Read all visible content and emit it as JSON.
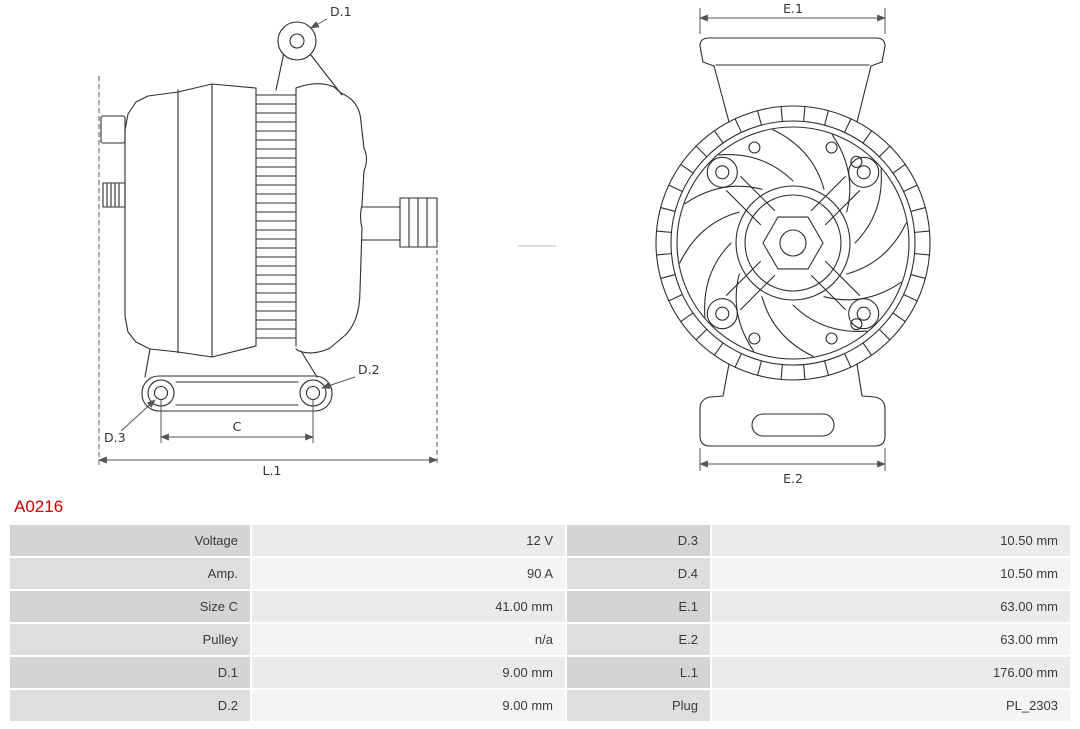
{
  "part": {
    "number": "A0216"
  },
  "colors": {
    "part_number": "#cc0000",
    "label_cell_bg": "#d4d4d4",
    "value_cell_bg": "#ebebeb",
    "line_color": "#2e2e2e"
  },
  "drawing": {
    "labels": {
      "d1": "D.1",
      "d2": "D.2",
      "d3": "D.3",
      "c": "C",
      "l1": "L.1",
      "e1": "E.1",
      "e2": "E.2"
    }
  },
  "table": {
    "rows": [
      {
        "c0": "Voltage",
        "c1": "12 V",
        "c2": "D.3",
        "c3": "10.50 mm"
      },
      {
        "c0": "Amp.",
        "c1": "90 A",
        "c2": "D.4",
        "c3": "10.50 mm"
      },
      {
        "c0": "Size C",
        "c1": "41.00 mm",
        "c2": "E.1",
        "c3": "63.00 mm"
      },
      {
        "c0": "Pulley",
        "c1": "n/a",
        "c2": "E.2",
        "c3": "63.00 mm"
      },
      {
        "c0": "D.1",
        "c1": "9.00 mm",
        "c2": "L.1",
        "c3": "176.00 mm"
      },
      {
        "c0": "D.2",
        "c1": "9.00 mm",
        "c2": "Plug",
        "c3": "PL_2303"
      }
    ]
  }
}
